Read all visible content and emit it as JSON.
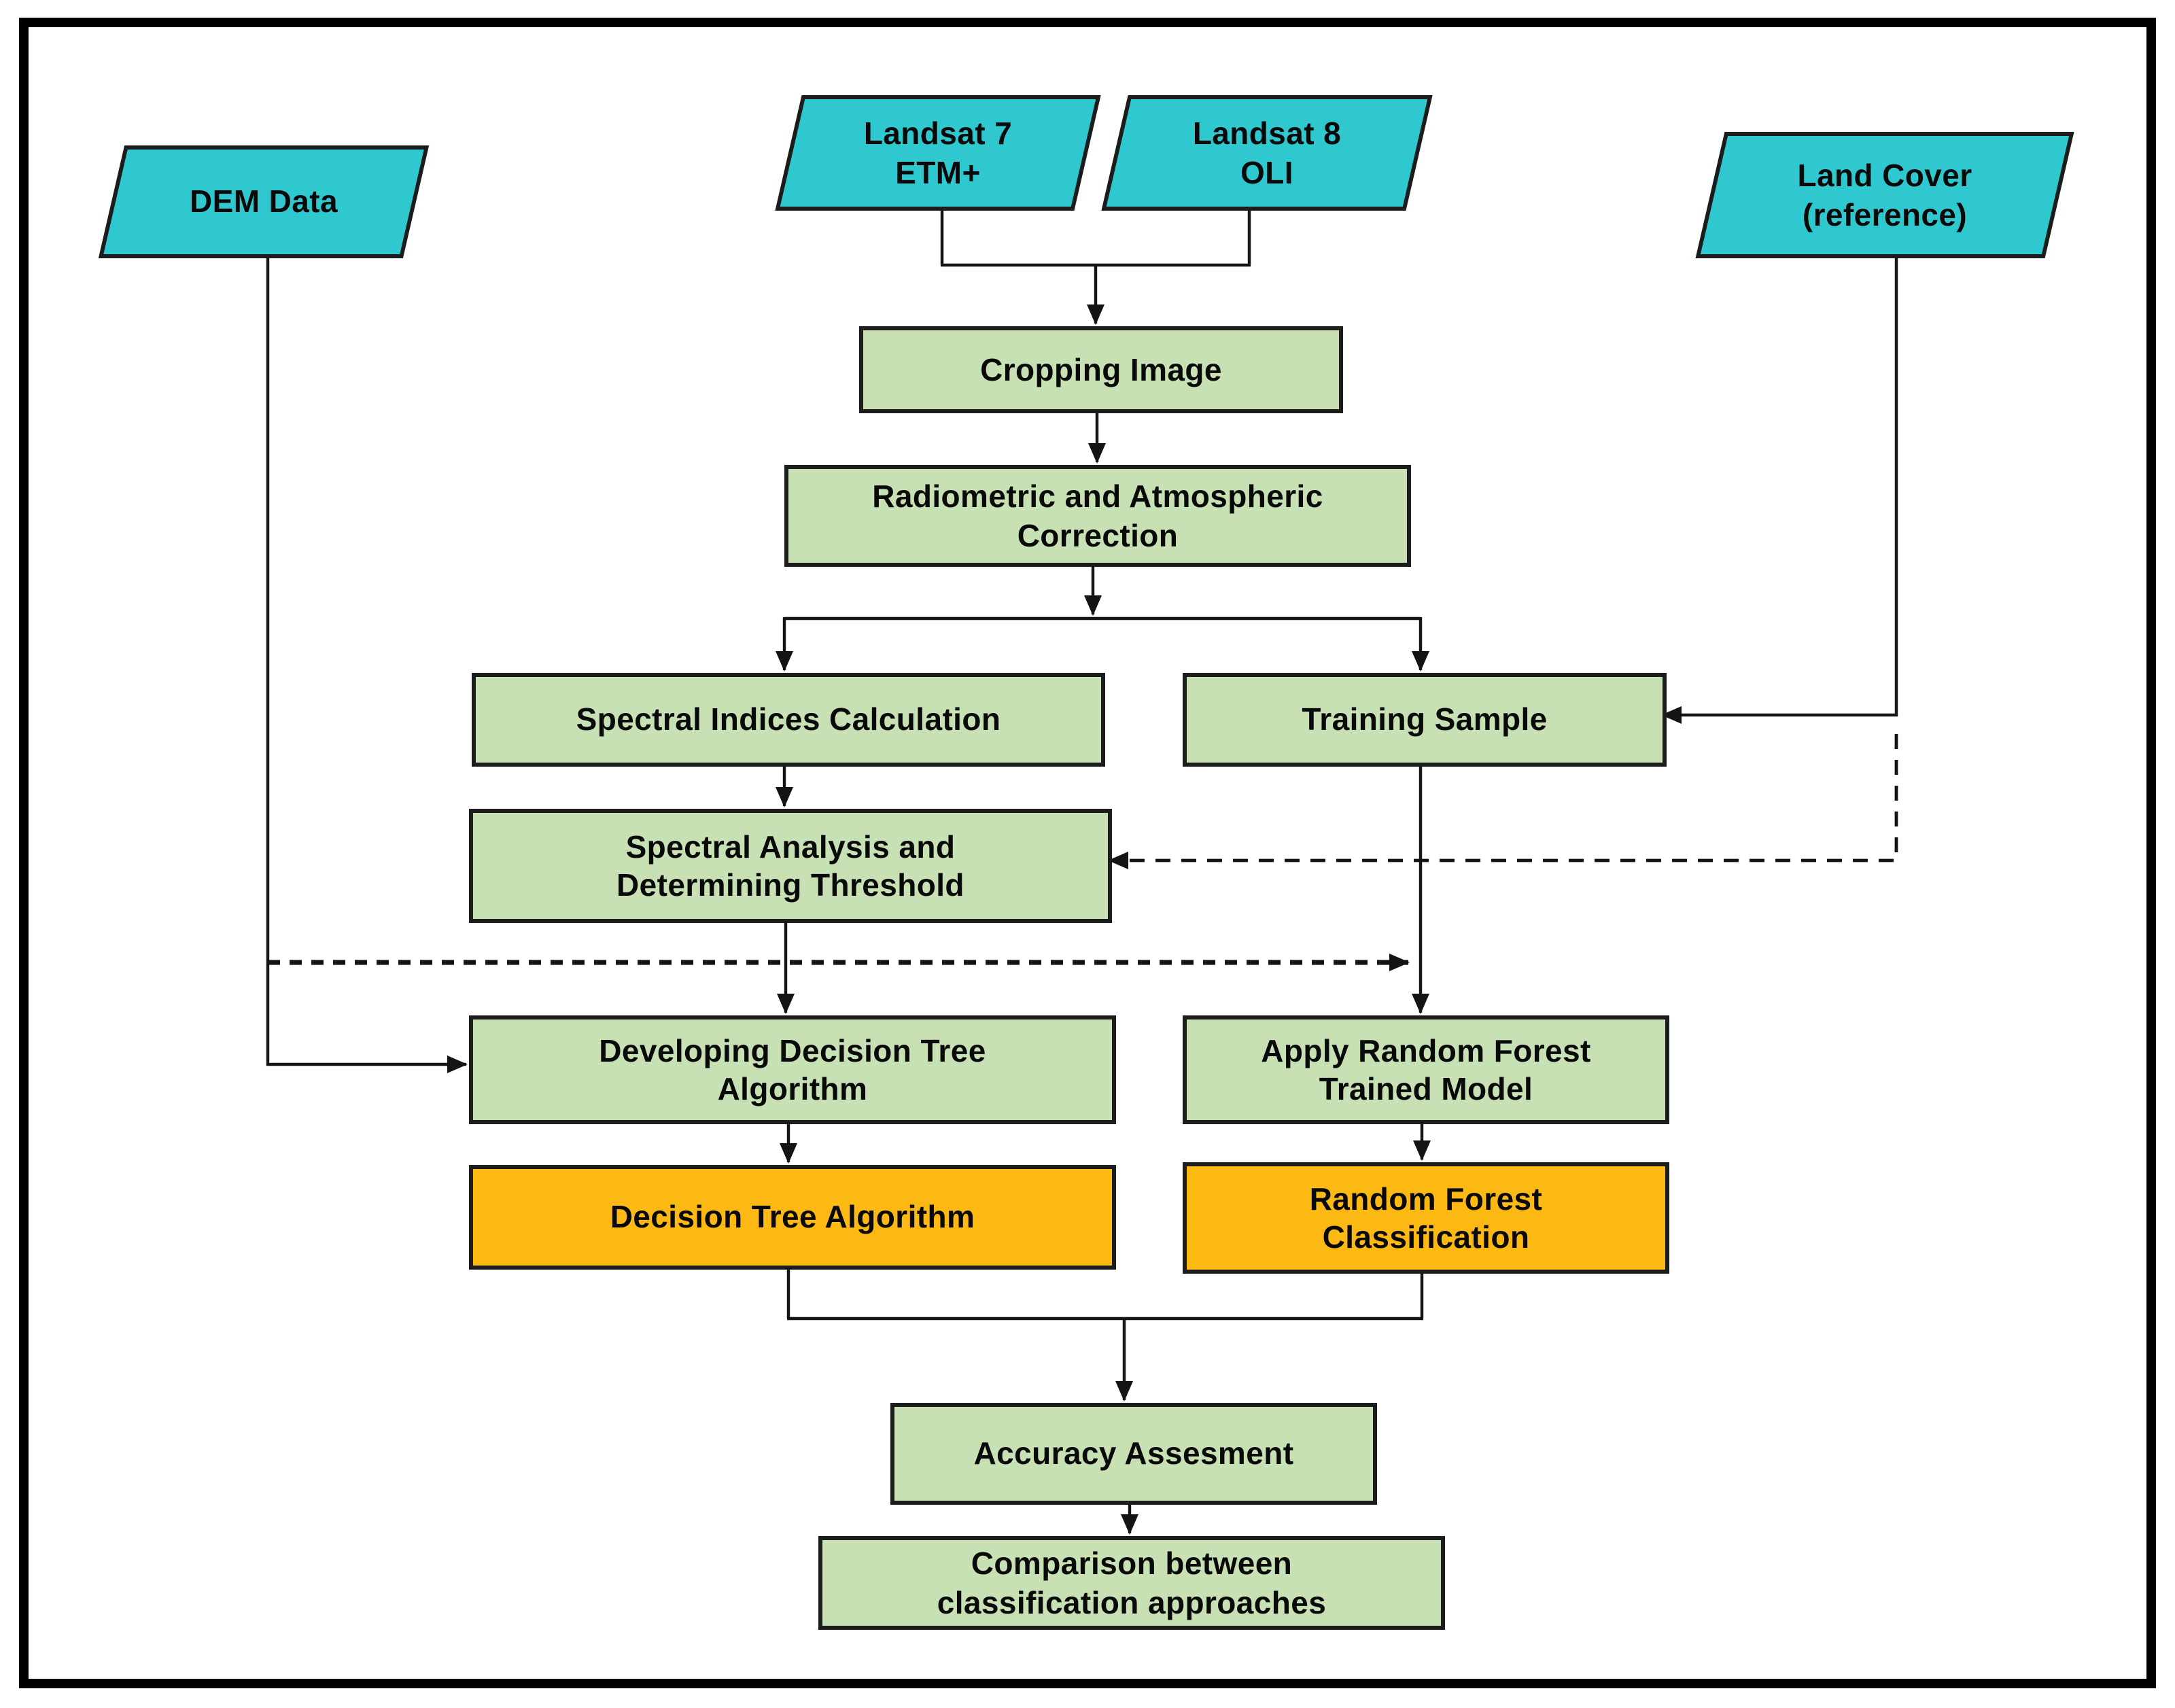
{
  "colors": {
    "cyan": "#2FC8CF",
    "green": "#C7E0B4",
    "orange": "#FCB813",
    "line": "#141414",
    "background": "#FFFFFF"
  },
  "nodes": {
    "dem": {
      "label": "DEM Data",
      "shape": "parallelogram"
    },
    "landsat7": {
      "label": "Landsat 7\nETM+",
      "shape": "parallelogram"
    },
    "landsat8": {
      "label": "Landsat 8\nOLI",
      "shape": "parallelogram"
    },
    "landcover": {
      "label": "Land Cover\n(reference)",
      "shape": "parallelogram"
    },
    "cropping": {
      "label": "Cropping Image",
      "shape": "process"
    },
    "radiometric": {
      "label": "Radiometric and Atmospheric\nCorrection",
      "shape": "process"
    },
    "spectral_indices": {
      "label": "Spectral Indices Calculation",
      "shape": "process"
    },
    "training_sample": {
      "label": "Training Sample",
      "shape": "process"
    },
    "spectral_analysis": {
      "label": "Spectral Analysis and\nDetermining Threshold",
      "shape": "process"
    },
    "developing_dt": {
      "label": "Developing Decision Tree\nAlgorithm",
      "shape": "process"
    },
    "apply_rf": {
      "label": "Apply Random Forest\nTrained Model",
      "shape": "process"
    },
    "dt_algorithm": {
      "label": "Decision Tree Algorithm",
      "shape": "result"
    },
    "rf_classification": {
      "label": "Random Forest\nClassification",
      "shape": "result"
    },
    "accuracy": {
      "label": "Accuracy Assesment",
      "shape": "process"
    },
    "comparison": {
      "label": "Comparison between\nclassification approaches",
      "shape": "process"
    }
  },
  "edges": [
    {
      "from": "landsat7",
      "to": "cropping",
      "style": "solid"
    },
    {
      "from": "landsat8",
      "to": "cropping",
      "style": "solid"
    },
    {
      "from": "cropping",
      "to": "radiometric",
      "style": "solid"
    },
    {
      "from": "radiometric",
      "to": "spectral_indices",
      "style": "solid"
    },
    {
      "from": "radiometric",
      "to": "training_sample",
      "style": "solid"
    },
    {
      "from": "landcover",
      "to": "training_sample",
      "style": "solid"
    },
    {
      "from": "landcover",
      "to": "spectral_analysis",
      "style": "dashed"
    },
    {
      "from": "spectral_indices",
      "to": "spectral_analysis",
      "style": "solid"
    },
    {
      "from": "spectral_analysis",
      "to": "developing_dt",
      "style": "solid"
    },
    {
      "from": "training_sample",
      "to": "apply_rf",
      "style": "solid"
    },
    {
      "from": "dem",
      "to": "developing_dt",
      "style": "solid"
    },
    {
      "from": "dem",
      "to": "apply_rf",
      "style": "dashed"
    },
    {
      "from": "developing_dt",
      "to": "dt_algorithm",
      "style": "solid"
    },
    {
      "from": "apply_rf",
      "to": "rf_classification",
      "style": "solid"
    },
    {
      "from": "dt_algorithm",
      "to": "accuracy",
      "style": "solid"
    },
    {
      "from": "rf_classification",
      "to": "accuracy",
      "style": "solid"
    },
    {
      "from": "accuracy",
      "to": "comparison",
      "style": "solid"
    }
  ]
}
